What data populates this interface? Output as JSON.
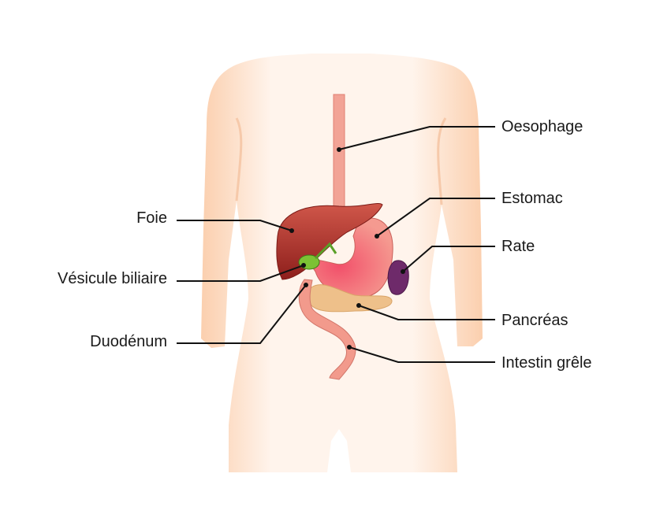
{
  "labels": {
    "oesophagus": "Oesophage",
    "stomach": "Estomac",
    "spleen": "Rate",
    "pancreas": "Pancréas",
    "small_intestine": "Intestin grêle",
    "liver": "Foie",
    "gallbladder": "Vésicule biliaire",
    "duodenum": "Duodénum"
  },
  "colors": {
    "skin": "#fde3d0",
    "liver": "#a8322a",
    "stomach": "#f08a86",
    "gallbladder": "#7cc234",
    "spleen": "#6e2a6a",
    "pancreas": "#eec08a",
    "line": "#111111"
  }
}
